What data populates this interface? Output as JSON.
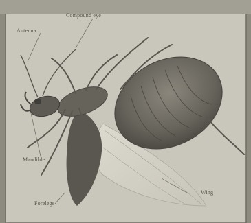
{
  "labels": {
    "top": "Compound eye",
    "antenna": "Antenna",
    "mandible": "Mandible",
    "forelegs": "Forelegs",
    "wing": "Wing"
  },
  "colors": {
    "paper": "#c9c6bb",
    "outer": "#8d8a80",
    "ink": "#55524b",
    "body_dark": "#5e5b54",
    "body_mid": "#777369",
    "wing": "#d9d6cc"
  }
}
